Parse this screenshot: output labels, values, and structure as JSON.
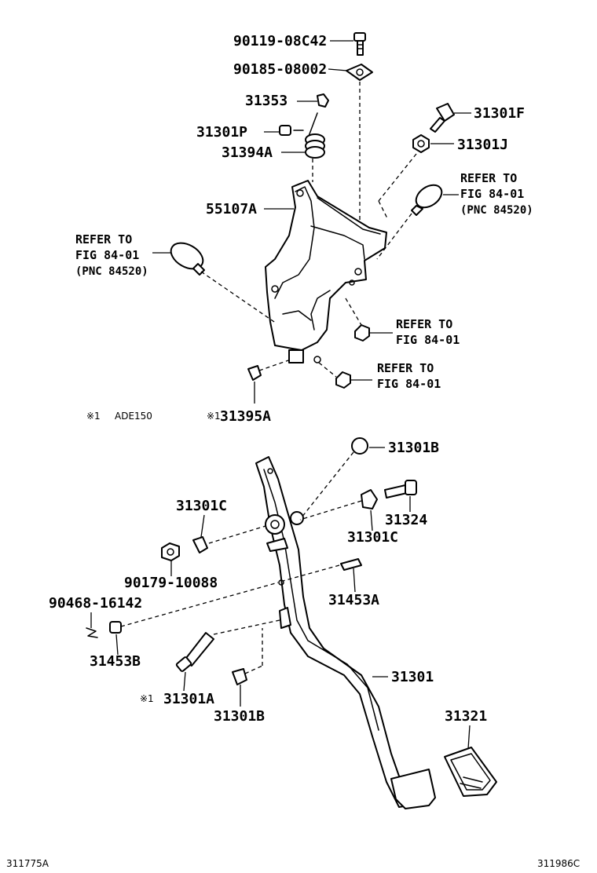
{
  "labels": {
    "p_90119_08C42": "90119-08C42",
    "p_90185_08002": "90185-08002",
    "p_31353": "31353",
    "p_31301F": "31301F",
    "p_31301P": "31301P",
    "p_31301J": "31301J",
    "p_31394A": "31394A",
    "refer_right_1": "REFER TO",
    "refer_right_2": "FIG 84-01",
    "refer_right_3": "(PNC 84520)",
    "p_55107A": "55107A",
    "refer_left_1": "REFER TO",
    "refer_left_2": "FIG 84-01",
    "refer_left_3": "(PNC 84520)",
    "refer_mid_1": "REFER TO",
    "refer_mid_2": "FIG 84-01",
    "refer_low_1": "REFER TO",
    "refer_low_2": "FIG 84-01",
    "note_mark_1": "※1",
    "note_text": "ADE150",
    "note_mark_2": "※1",
    "p_31395A": "31395A",
    "p_31301B_top": "31301B",
    "p_31301C_left": "31301C",
    "p_31324": "31324",
    "p_31301C_right": "31301C",
    "p_90179_10088": "90179-10088",
    "p_90468_16142": "90468-16142",
    "p_31453A": "31453A",
    "p_31453B": "31453B",
    "p_31301": "31301",
    "p_31321": "31321",
    "note_mark_3": "※1",
    "p_31301A": "31301A",
    "p_31301B_bottom": "31301B",
    "fig_code_left": "311775A",
    "fig_code_right": "311986C"
  }
}
